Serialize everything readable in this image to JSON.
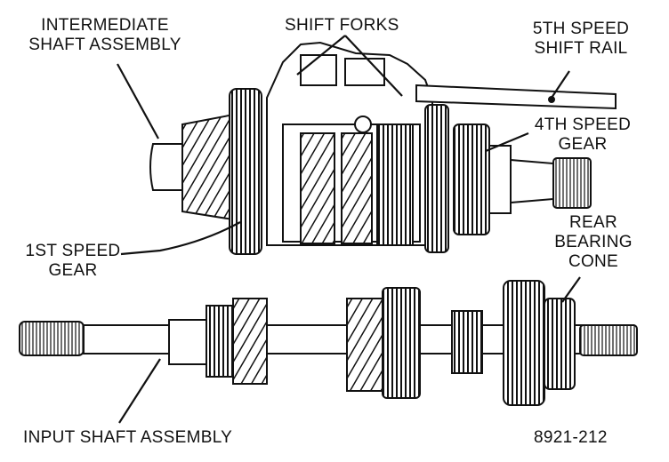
{
  "labels": {
    "intermediate_shaft": [
      "INTERMEDIATE",
      "SHAFT ASSEMBLY"
    ],
    "shift_forks": "SHIFT FORKS",
    "fifth_speed_rail": [
      "5TH SPEED",
      "SHIFT RAIL"
    ],
    "fourth_speed_gear": [
      "4TH SPEED",
      "GEAR"
    ],
    "first_speed_gear": [
      "1ST SPEED",
      "GEAR"
    ],
    "rear_bearing_cone": [
      "REAR",
      "BEARING",
      "CONE"
    ],
    "input_shaft": "INPUT SHAFT ASSEMBLY",
    "figure_code": "8921-212"
  },
  "colors": {
    "ink": "#111111",
    "paper": "#ffffff"
  }
}
